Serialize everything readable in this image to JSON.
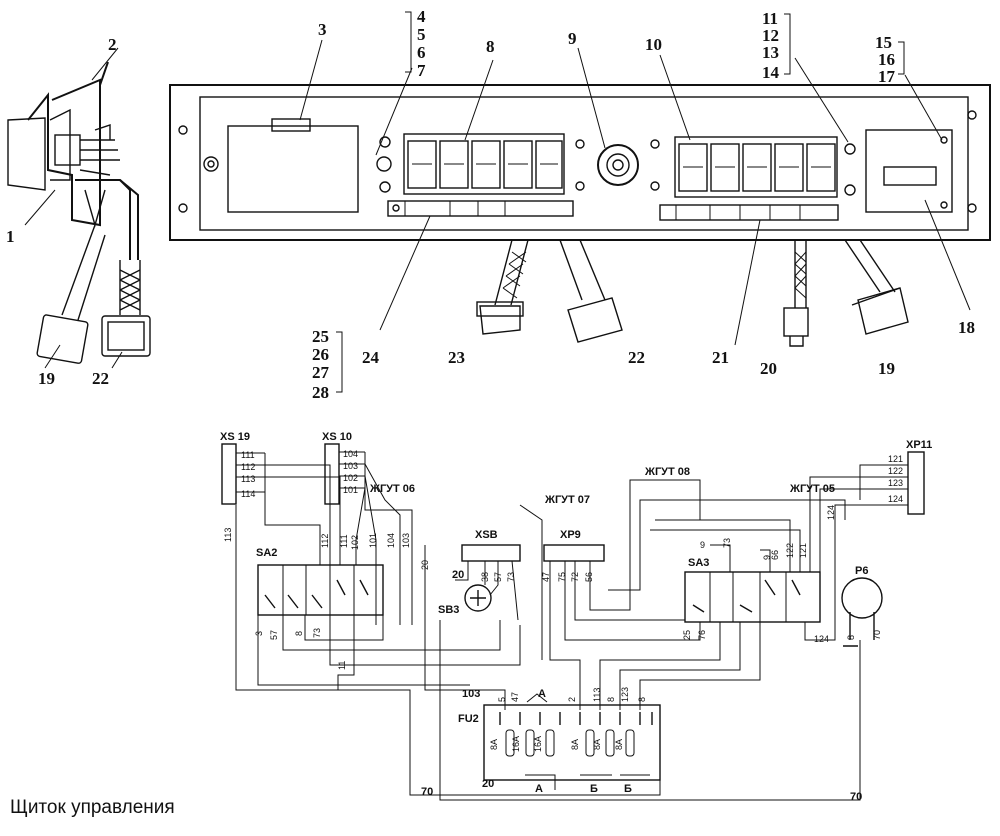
{
  "caption": "Щиток управления",
  "part_numbers": {
    "side": {
      "n1": "1",
      "n2": "2",
      "n19": "19",
      "n22": "22"
    },
    "top": {
      "n3": "3",
      "n4": "4",
      "n5": "5",
      "n6": "6",
      "n7": "7",
      "n8": "8",
      "n9": "9",
      "n10": "10",
      "n11": "11",
      "n12": "12",
      "n13": "13",
      "n14": "14",
      "n15": "15",
      "n16": "16",
      "n17": "17",
      "n18": "18"
    },
    "bottom": {
      "n19": "19",
      "n20": "20",
      "n21": "21",
      "n22": "22",
      "n23": "23",
      "n24": "24",
      "n25": "25",
      "n26": "26",
      "n27": "27",
      "n28": "28"
    }
  },
  "schematic": {
    "connectors": {
      "xs19": "XS 19",
      "xs10": "XS 10",
      "xsb": "XSB",
      "xp9": "XP9",
      "xp11": "XP11",
      "sa2": "SA2",
      "sa3": "SA3",
      "sb3": "SB3",
      "fu2": "FU2",
      "p6": "P6"
    },
    "harnesses": {
      "h06": "ЖГУТ 06",
      "h07": "ЖГУТ 07",
      "h08": "ЖГУТ 08",
      "h05": "ЖГУТ 05"
    },
    "xs19_wires": [
      "111",
      "112",
      "113",
      "114"
    ],
    "xs10_wires": [
      "104",
      "103",
      "102",
      "101"
    ],
    "xp11_wires": [
      "121",
      "122",
      "123",
      "124"
    ],
    "wire_numbers": {
      "w113": "113",
      "w112": "112",
      "w111": "111",
      "w102": "102",
      "w101": "101",
      "w104": "104",
      "w103": "103",
      "w20": "20",
      "w38": "38",
      "w57": "57",
      "w73": "73",
      "w47": "47",
      "w75": "75",
      "w72": "72",
      "w56": "56",
      "w3": "3",
      "w8": "8",
      "w11": "11",
      "w9": "9",
      "w66": "66",
      "w122": "122",
      "w121": "121",
      "w25": "25",
      "w76": "76",
      "w124": "124",
      "w103b": "103",
      "w5": "5",
      "w47b": "47",
      "w2": "2",
      "w113b": "113",
      "w8b": "8",
      "w123": "123",
      "w8c": "8",
      "w70": "70",
      "w20b": "20",
      "w70b": "70",
      "w70c": "70",
      "w8d": "8",
      "w20c": "20"
    },
    "fuse_ratings": [
      "8A",
      "16A",
      "16A",
      "8A",
      "8A",
      "8A"
    ],
    "bus_labels": {
      "a_top": "A",
      "a_bot": "А",
      "b1": "Б",
      "b2": "Б"
    }
  }
}
